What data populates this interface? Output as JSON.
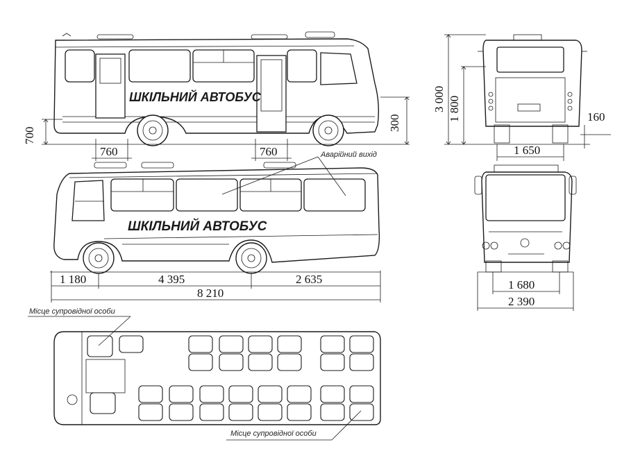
{
  "side_view_top": {
    "label": "ШКІЛЬНИЙ АВТОБУС",
    "dims": {
      "left_height": "700",
      "right_height": "300",
      "door1": "760",
      "door2": "760"
    }
  },
  "side_view_bottom": {
    "label": "ШКІЛЬНИЙ АВТОБУС",
    "emergency_exit": "Аварійний вихід",
    "dims": {
      "front_overhang": "1 180",
      "wheelbase": "4 395",
      "rear_overhang": "2 635",
      "total_length": "8 210"
    }
  },
  "rear_view": {
    "dims": {
      "total_height": "3 000",
      "body_height": "1 800",
      "ground_clearance": "160",
      "track": "1 650"
    }
  },
  "front_view": {
    "dims": {
      "track": "1 680",
      "width": "2 390"
    }
  },
  "floor_plan": {
    "escort_top": "Місце супровідної особи",
    "escort_bottom": "Місце супровідної особи"
  }
}
